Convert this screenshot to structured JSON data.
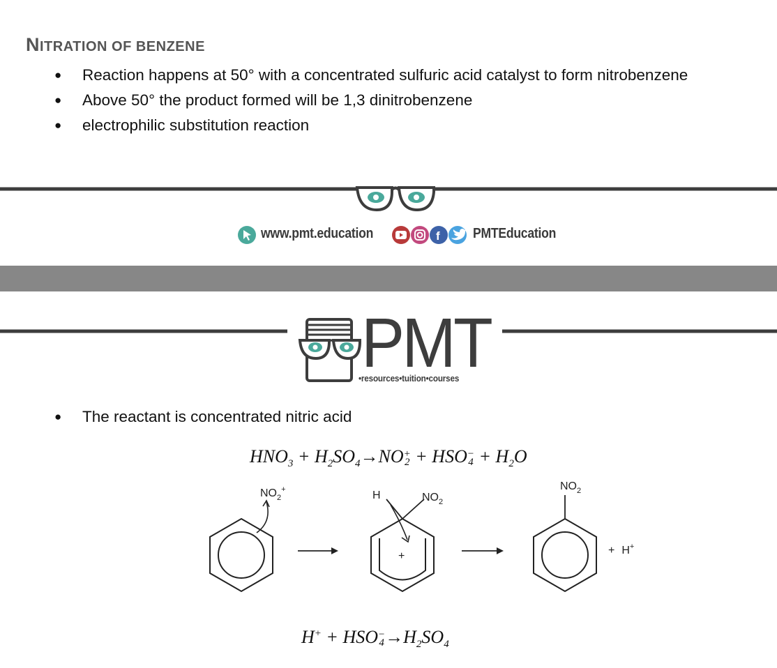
{
  "heading": {
    "first": "N",
    "rest": "ITRATION OF BENZENE"
  },
  "bullets": [
    "Reaction happens at 50° with a concentrated sulfuric acid catalyst to form nitrobenzene",
    "Above 50° the product formed will be 1,3 dinitrobenzene",
    "electrophilic substitution reaction"
  ],
  "footer": {
    "url": "www.pmt.education",
    "social_handle": "PMTEducation"
  },
  "header": {
    "logo_text": "PMT",
    "tagline": "•resources•tuition•courses"
  },
  "bullets2": [
    "The reactant is concentrated nitric acid"
  ],
  "equation1": {
    "t1": "HNO",
    "t1s": "3",
    "p1": " + H",
    "t2s": "2",
    "t2": "SO",
    "t2b": "4",
    "arrow": "→",
    "t3": "NO",
    "t3sup": "+",
    "t3sub": "2",
    "p2": " + HSO",
    "t4sup": "−",
    "t4sub": "4",
    "p3": " + H",
    "t5s": "2",
    "t5": "O"
  },
  "mechanism": {
    "nitronium": "NO",
    "nitronium_sub": "2",
    "nitronium_charge": "+",
    "inter_h": "H",
    "inter_no2": "NO",
    "inter_no2_sub": "2",
    "inter_charge": "+",
    "product_no2": "NO",
    "product_no2_sub": "2",
    "byproduct_plus": "+",
    "byproduct": "H",
    "byproduct_charge": "+"
  },
  "equation2": {
    "h": "H",
    "hsup": "+",
    "p1": " + HSO",
    "sup": "−",
    "sub": "4",
    "arrow": "→",
    "r1": "H",
    "r1s": "2",
    "r2": "SO",
    "r2s": "4"
  },
  "colors": {
    "accent_teal": "#4aa99b",
    "dark_gray": "#3d3d3d",
    "page_gap": "#878787",
    "youtube": "#b83a3a",
    "instagram": "#c2497e",
    "facebook": "#3d62a8",
    "twitter": "#4aa3e0"
  }
}
